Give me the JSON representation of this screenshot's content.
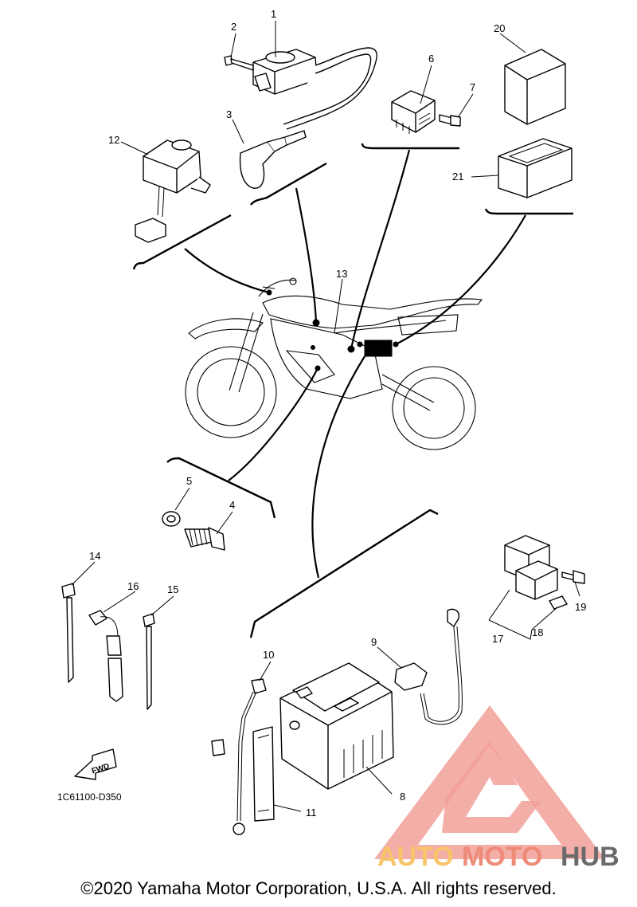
{
  "callouts": {
    "p1": "1",
    "p2": "2",
    "p3": "3",
    "p4": "4",
    "p5": "5",
    "p6": "6",
    "p7": "7",
    "p8": "8",
    "p9": "9",
    "p10": "10",
    "p11": "11",
    "p12": "12",
    "p13": "13",
    "p14": "14",
    "p15": "15",
    "p16": "16",
    "p17": "17",
    "p18": "18",
    "p19": "19",
    "p20": "20",
    "p21": "21"
  },
  "fwd_label": "FWD",
  "drawing_code": "1C61100-D350",
  "watermark": {
    "word_auto": "AUTO",
    "word_moto": "MOTO",
    "word_hub": "HUB",
    "colors": {
      "logo": "#f2a099",
      "auto": "#f7c46a",
      "moto": "#ee8a78",
      "hub": "#6b6b6b"
    }
  },
  "copyright": "©2020 Yamaha Motor Corporation, U.S.A. All rights reserved."
}
